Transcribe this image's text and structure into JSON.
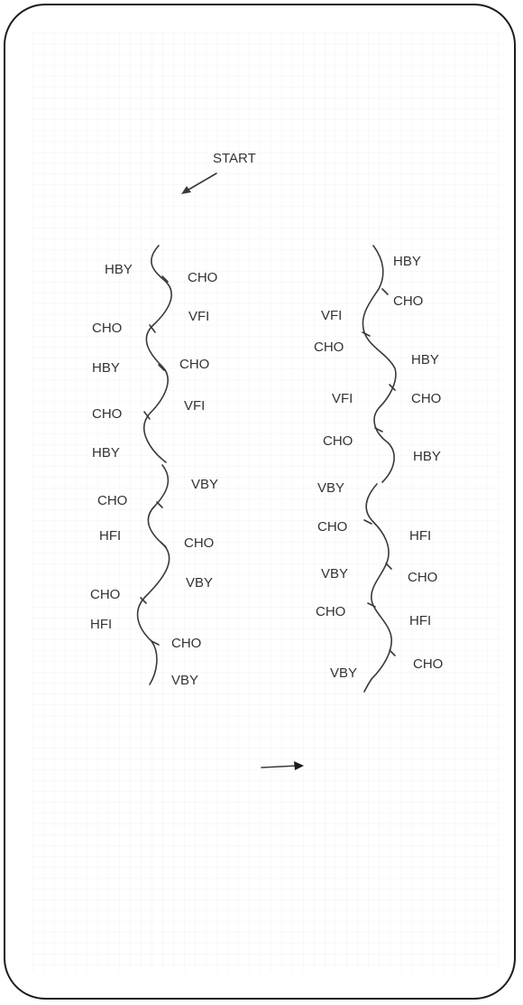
{
  "diagram": {
    "start_label": "START",
    "left_column": [
      {
        "id": "l1",
        "text": "HBY"
      },
      {
        "id": "l2",
        "text": "CHO"
      },
      {
        "id": "l3",
        "text": "VFI"
      },
      {
        "id": "l4",
        "text": "CHO"
      },
      {
        "id": "l5",
        "text": "HBY"
      },
      {
        "id": "l6",
        "text": "CHO"
      },
      {
        "id": "l7",
        "text": "VFI"
      },
      {
        "id": "l8",
        "text": "CHO"
      },
      {
        "id": "l9",
        "text": "HBY"
      },
      {
        "id": "l10",
        "text": "VBY"
      },
      {
        "id": "l11",
        "text": "CHO"
      },
      {
        "id": "l12",
        "text": "HFI"
      },
      {
        "id": "l13",
        "text": "CHO"
      },
      {
        "id": "l14",
        "text": "VBY"
      },
      {
        "id": "l15",
        "text": "CHO"
      },
      {
        "id": "l16",
        "text": "HFI"
      },
      {
        "id": "l17",
        "text": "CHO"
      },
      {
        "id": "l18",
        "text": "VBY"
      }
    ],
    "right_column": [
      {
        "id": "r1",
        "text": "HBY"
      },
      {
        "id": "r2",
        "text": "CHO"
      },
      {
        "id": "r3",
        "text": "VFI"
      },
      {
        "id": "r4",
        "text": "CHO"
      },
      {
        "id": "r5",
        "text": "HBY"
      },
      {
        "id": "r6",
        "text": "VFI"
      },
      {
        "id": "r7",
        "text": "CHO"
      },
      {
        "id": "r8",
        "text": "CHO"
      },
      {
        "id": "r9",
        "text": "HBY"
      },
      {
        "id": "r10",
        "text": "VBY"
      },
      {
        "id": "r11",
        "text": "CHO"
      },
      {
        "id": "r12",
        "text": "HFI"
      },
      {
        "id": "r13",
        "text": "VBY"
      },
      {
        "id": "r14",
        "text": "CHO"
      },
      {
        "id": "r15",
        "text": "CHO"
      },
      {
        "id": "r16",
        "text": "HFI"
      },
      {
        "id": "r17",
        "text": "VBY"
      },
      {
        "id": "r18",
        "text": "CHO"
      }
    ]
  }
}
